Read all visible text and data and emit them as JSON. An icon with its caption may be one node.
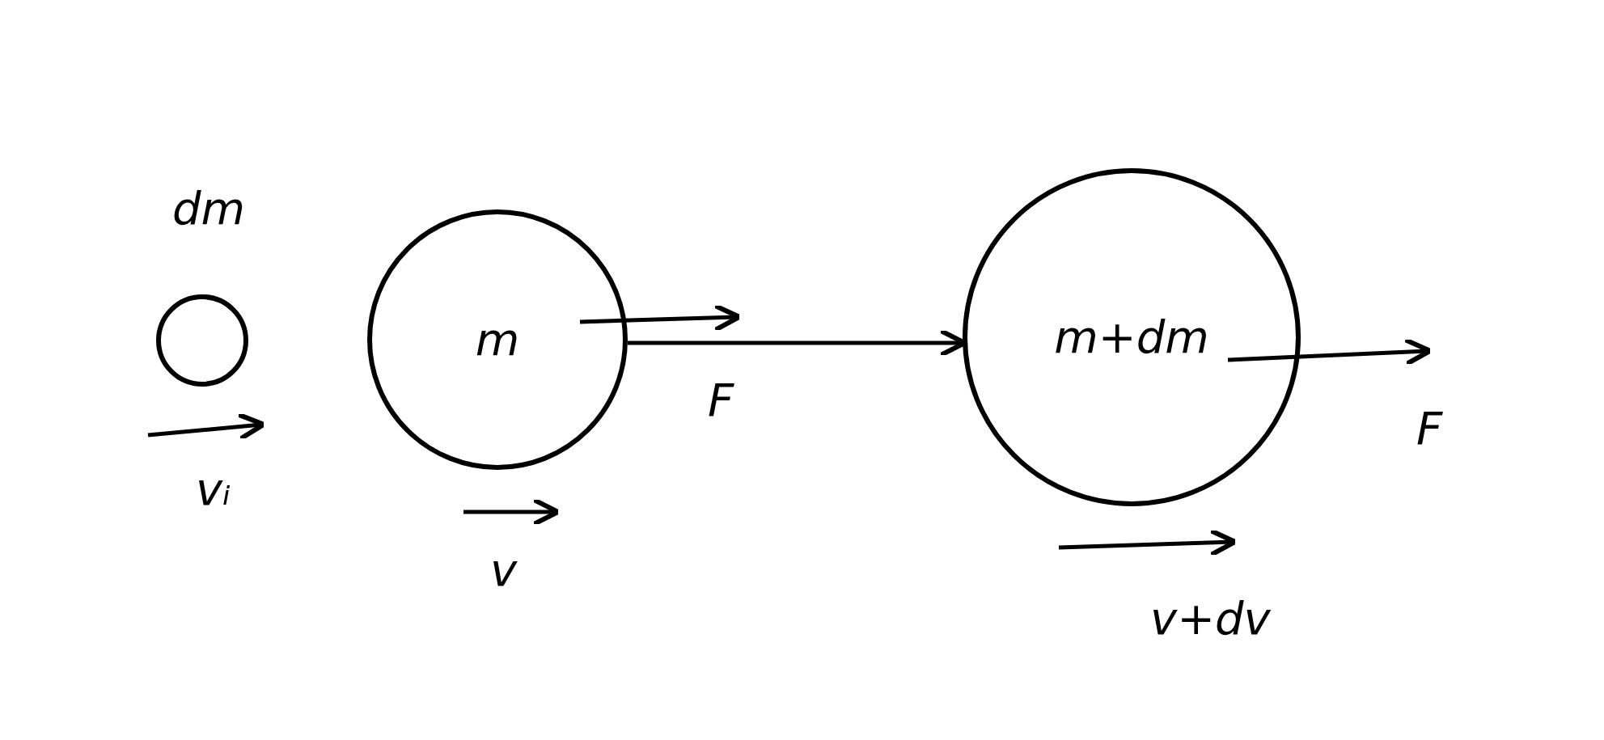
{
  "diagram": {
    "nodes": [
      {
        "text": [],
        "shape": "circle",
        "beside": [
          "dm"
        ]
      },
      {
        "text": [
          "m"
        ]
      },
      {
        "text": [
          "m+dm"
        ]
      }
    ],
    "edges": [
      {
        "from": 1,
        "to": 2,
        "arrow": "to"
      }
    ],
    "labels": [
      "vᵢ",
      "v",
      "F",
      "F",
      "v+dv"
    ]
  }
}
